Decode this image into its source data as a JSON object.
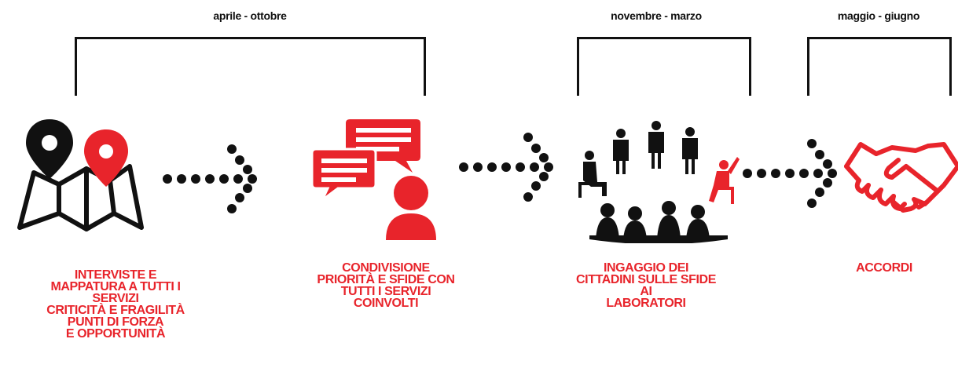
{
  "periods": [
    {
      "label": "aprile - ottobre"
    },
    {
      "label": "novembre - marzo"
    },
    {
      "label": "maggio - giugno"
    }
  ],
  "steps": [
    {
      "lines": [
        "INTERVISTE E",
        "MAPPATURA A TUTTI I",
        "SERVIZI",
        "CRITICITÀ E FRAGILITÀ",
        "PUNTI DI FORZA",
        "E OPPORTUNITÀ"
      ]
    },
    {
      "lines": [
        "CONDIVISIONE",
        "PRIORITÀ E SFIDE CON",
        "TUTTI I SERVIZI",
        "COINVOLTI"
      ]
    },
    {
      "lines": [
        "INGAGGIO DEI",
        "CITTADINI SULLE SFIDE",
        "AI",
        "LABORATORI"
      ]
    },
    {
      "lines": [
        "ACCORDI"
      ]
    }
  ],
  "icons": [
    "map-pins-icon",
    "chat-person-icon",
    "group-circle-icon",
    "handshake-icon"
  ],
  "colors": {
    "accent": "#e8242b",
    "dark": "#111111"
  }
}
